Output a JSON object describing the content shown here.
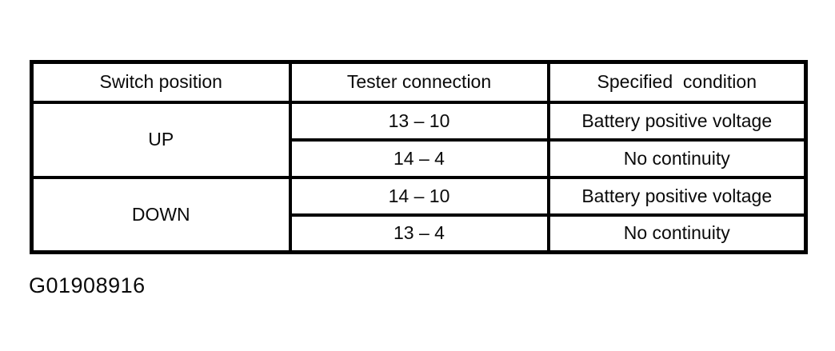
{
  "figure_id": "G01908916",
  "table": {
    "headers": {
      "switch_position": "Switch position",
      "tester_connection": "Tester connection",
      "specified_condition": "Specified  condition"
    },
    "groups": [
      {
        "switch_position": "UP",
        "rows": [
          {
            "tester_connection": "13 – 10",
            "specified_condition": "Battery positive voltage"
          },
          {
            "tester_connection": "14 – 4",
            "specified_condition": "No continuity"
          }
        ]
      },
      {
        "switch_position": "DOWN",
        "rows": [
          {
            "tester_connection": "14 – 10",
            "specified_condition": "Battery positive voltage"
          },
          {
            "tester_connection": "13 – 4",
            "specified_condition": "No continuity"
          }
        ]
      }
    ]
  }
}
